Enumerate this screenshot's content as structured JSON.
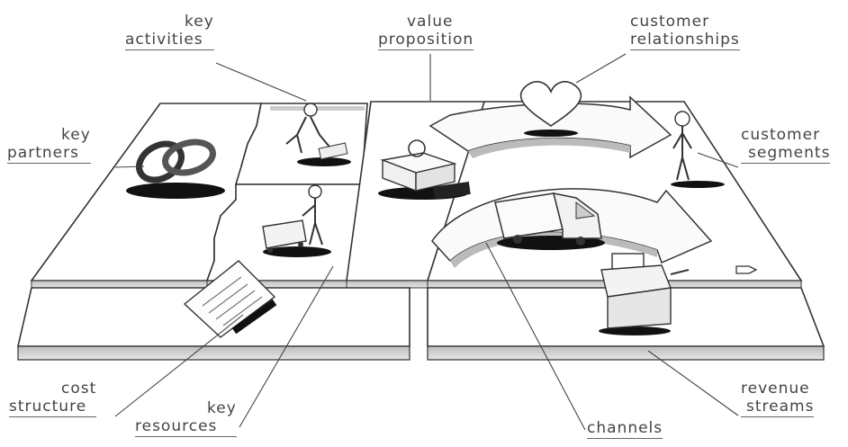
{
  "labels": {
    "key_activities": [
      "key",
      "activities"
    ],
    "value_proposition": [
      "value",
      "proposition"
    ],
    "customer_relationships": [
      "customer",
      "relationships"
    ],
    "key_partners": [
      "key",
      "partners"
    ],
    "customer_segments": [
      "customer",
      "segments"
    ],
    "cost_structure": [
      "cost",
      "structure"
    ],
    "key_resources": [
      "key",
      "resources"
    ],
    "channels": [
      "channels"
    ],
    "revenue_streams": [
      "revenue",
      "streams"
    ]
  },
  "icons": {
    "key_partners": "interlocked-rings-icon",
    "key_activities": "worker-icon",
    "key_resources": "worker-with-cart-icon",
    "value_proposition": "gift-box-icon",
    "customer_relationships": "heart-icon",
    "channels": "delivery-truck-icon",
    "customer_segments": "person-icon",
    "revenue_streams": "cash-register-icon",
    "cost_structure": "document-icon"
  }
}
